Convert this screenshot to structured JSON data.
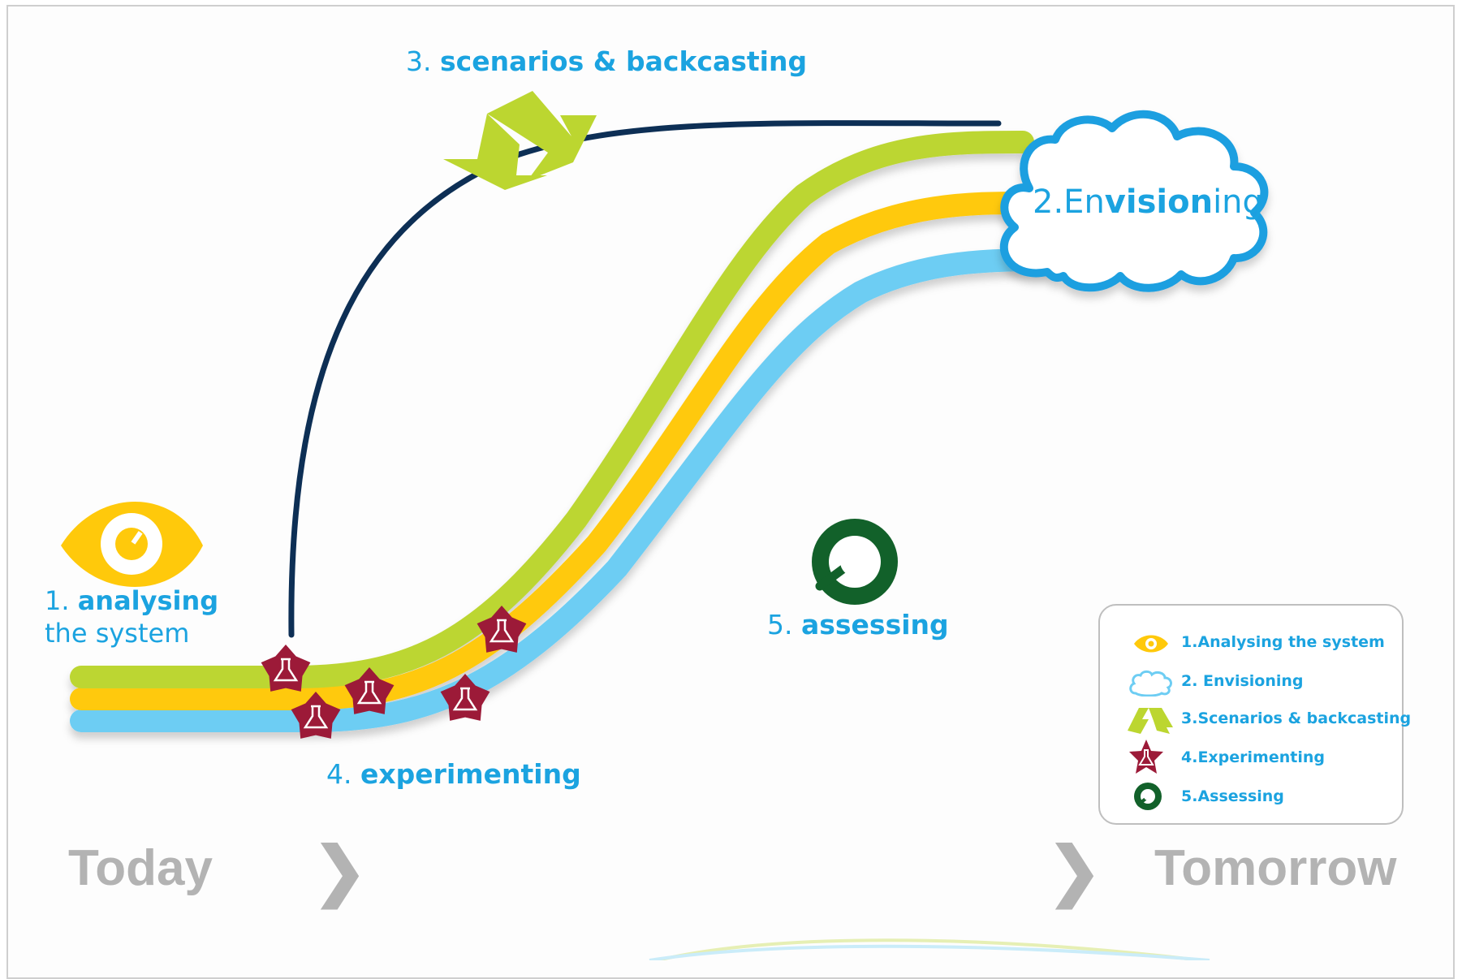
{
  "steps": {
    "analysing": {
      "num": "1.",
      "bold": "analysing",
      "rest": "the system"
    },
    "envisioning": {
      "a": "2.En",
      "b": "vision",
      "c": "ing"
    },
    "scenarios": {
      "num": "3.",
      "bold": "scenarios & backcasting"
    },
    "experimenting": {
      "num": "4.",
      "bold": "experimenting"
    },
    "assessing": {
      "num": "5.",
      "bold": "assessing"
    }
  },
  "timeline": {
    "today": "Today",
    "tomorrow": "Tomorrow",
    "arrow_glyph": "❯"
  },
  "legend": [
    {
      "icon": "eye-icon",
      "label": "1.Analysing the system"
    },
    {
      "icon": "cloud-icon",
      "label": "2. Envisioning"
    },
    {
      "icon": "recycle-arrows-icon",
      "label": "3.Scenarios & backcasting"
    },
    {
      "icon": "flask-star-icon",
      "label": "4.Experimenting"
    },
    {
      "icon": "assess-ring-icon",
      "label": "5.Assessing"
    }
  ],
  "colors": {
    "label_blue": "#1ba3e0",
    "curve_green": "#bcd630",
    "curve_yellow": "#ffc90b",
    "curve_blue": "#6dcdf3",
    "curve_navy": "#0d2f55",
    "star_red": "#9c1a38",
    "assess_green": "#12612a",
    "gray": "#b3b3b3"
  }
}
